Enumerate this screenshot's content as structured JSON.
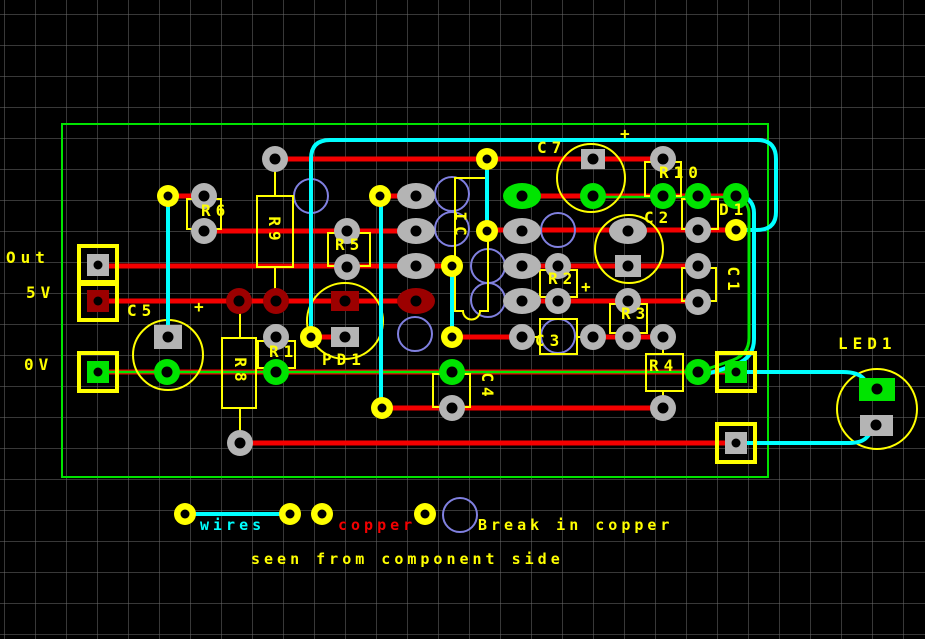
{
  "io_labels": {
    "out": "Out",
    "v5": "5V",
    "v0": "0V"
  },
  "components": {
    "c5": "C5",
    "c5_polarity": "+",
    "c7": "C7",
    "c7_polarity": "+",
    "c2": "C2",
    "c1": "C1",
    "c3": "C3",
    "c4": "C4",
    "r1": "R1",
    "r2": "R2",
    "r2_polarity": "+",
    "r3": "R3",
    "r4": "R4",
    "r5": "R5",
    "r6": "R6",
    "r8": "R8",
    "r9": "R9",
    "r10": "R10",
    "d1": "D1",
    "pd1": "PD1",
    "ic": "IC",
    "led1": "LED1"
  },
  "legend": {
    "wires": "wires",
    "copper": "copper",
    "break_in_copper": "Break in copper"
  },
  "caption": "seen from component side",
  "colors": {
    "background": "#000000",
    "grid": "#6f6f6f",
    "board_outline": "#00e400",
    "copper_trace": "#f40000",
    "wire": "#00ffff",
    "break_circle": "#8080e0",
    "component_outline": "#ffff00",
    "label": "#ffff00",
    "pad_gray": "#b4b4b4",
    "pad_green": "#00e400",
    "pad_dark_red": "#9c0000",
    "pad_yellow": "#ffff00"
  }
}
